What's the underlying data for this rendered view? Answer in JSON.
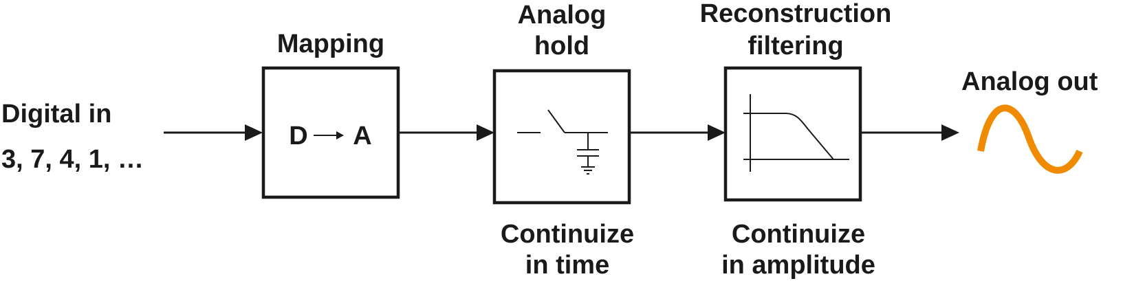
{
  "input": {
    "label": "Digital in",
    "values": "3, 7, 4, 1, …"
  },
  "blocks": {
    "mapping": {
      "title": "Mapping",
      "from": "D",
      "to": "A"
    },
    "hold": {
      "title_line1": "Analog",
      "title_line2": "hold",
      "caption_line1": "Continuize",
      "caption_line2": "in time"
    },
    "filter": {
      "title_line1": "Reconstruction",
      "title_line2": "filtering",
      "caption_line1": "Continuize",
      "caption_line2": "in amplitude"
    }
  },
  "output": {
    "label": "Analog out",
    "wave_color": "#f08a00"
  }
}
